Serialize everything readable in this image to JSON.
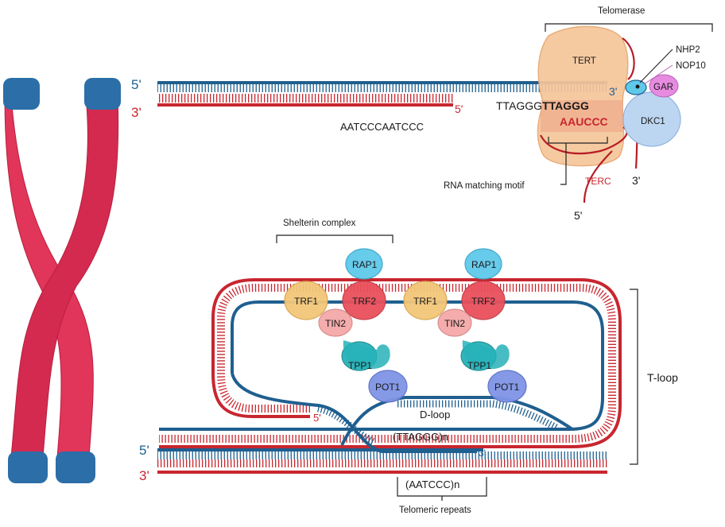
{
  "telomerase": {
    "title": "Telomerase",
    "tert": "TERT",
    "nhp2": "NHP2",
    "nop10": "NOP10",
    "gar": "GAR",
    "dkc1": "DKC1",
    "terc": "TERC",
    "rna_motif": "RNA matching motif",
    "seq_ttaggg": "TTAGGG",
    "seq_ttaggg_bold": "TTAGGG",
    "seq_aauccc": "AAUCCC",
    "end_3_inner": "3'",
    "end_3_outer": "3'",
    "end_5_bottom": "5'"
  },
  "top_strand": {
    "five_prime": "5'",
    "three_prime": "3'",
    "five_prime_right": "5'",
    "sequence": "AATCCCAATCCC"
  },
  "shelterin": {
    "title": "Shelterin complex",
    "complexes": [
      {
        "rap1": "RAP1",
        "trf1": "TRF1",
        "trf2": "TRF2",
        "tin2": "TIN2",
        "tpp1": "TPP1",
        "pot1": "POT1"
      },
      {
        "rap1": "RAP1",
        "trf1": "TRF1",
        "trf2": "TRF2",
        "tin2": "TIN2",
        "tpp1": "TPP1",
        "pot1": "POT1"
      }
    ]
  },
  "tloop": {
    "label": "T-loop",
    "dloop": "D-loop",
    "repeat_g": "(TTAGGG)n",
    "repeat_c": "(AATCCC)n",
    "repeats_label": "Telomeric repeats",
    "five_prime_overhang": "5'",
    "three_prime_overhang": "3'",
    "bottom_5": "5'",
    "bottom_3": "3'"
  },
  "colors": {
    "blue_strand": "#1f5f8f",
    "red_strand": "#c8262f",
    "chromosome": "#e1355a",
    "chromosome_tip": "#2b6ea8",
    "tert": "#f6c69a",
    "dkc1": "#bcd6f2",
    "gar": "#e68be0",
    "trf1": "#f3c77a",
    "trf2": "#e9505c",
    "rap1": "#5fc9ea",
    "tin2": "#f4a8a8",
    "tpp1": "#27b2b8",
    "pot1": "#7f94e6"
  }
}
